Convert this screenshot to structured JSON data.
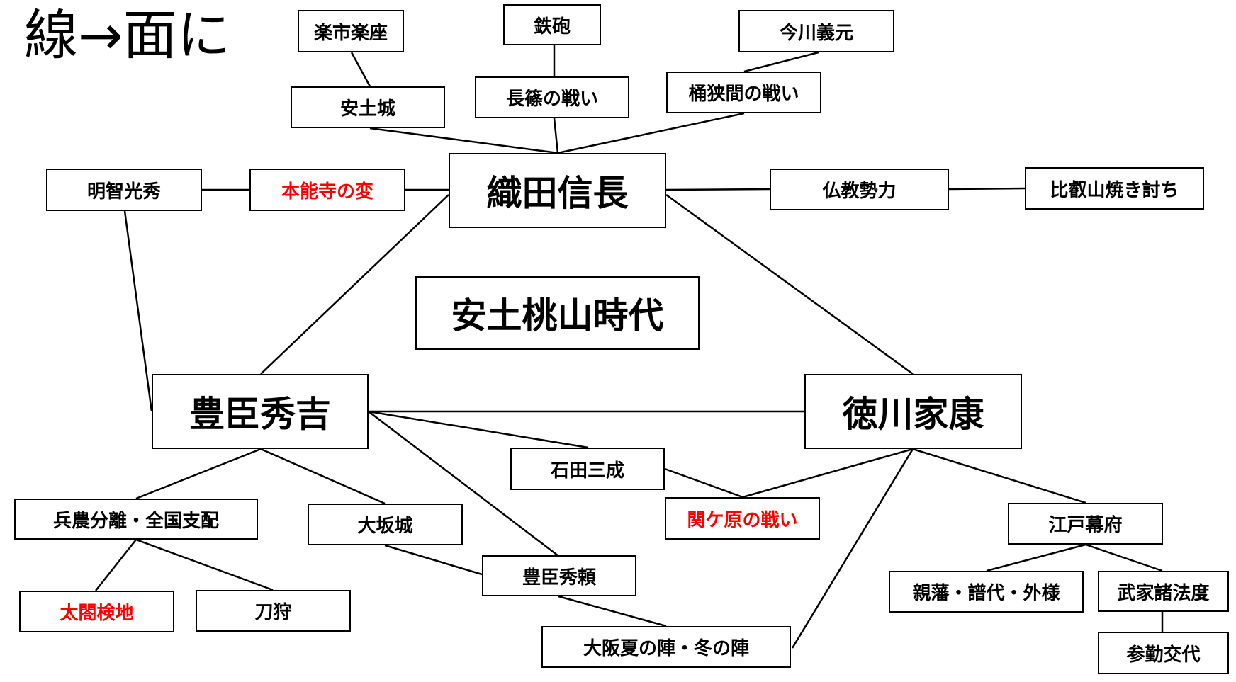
{
  "title": "線→面に",
  "colors": {
    "line": "#000000",
    "highlight": "#ff0000"
  },
  "nodes": {
    "rakuichi": "楽市楽座",
    "teppo": "鉄砲",
    "imagawa": "今川義元",
    "azuchijo": "安土城",
    "nagashino": "長篠の戦い",
    "okehazama": "桶狭間の戦い",
    "oda": "織田信長",
    "mitsuhide": "明智光秀",
    "honnoji": "本能寺の変",
    "bukkyo": "仏教勢力",
    "hieizan": "比叡山焼き討ち",
    "era": "安土桃山時代",
    "hideyoshi": "豊臣秀吉",
    "ieyasu": "徳川家康",
    "ishida": "石田三成",
    "heino": "兵農分離・全国支配",
    "osakajo": "大坂城",
    "sekigahara": "関ケ原の戦い",
    "bakufu": "江戸幕府",
    "hideyori": "豊臣秀頼",
    "taiko": "太閤検地",
    "katanagari": "刀狩",
    "shinpan": "親藩・譜代・外様",
    "bukeshohatto": "武家諸法度",
    "osakanojin": "大阪夏の陣・冬の陣",
    "sankin": "参勤交代"
  }
}
